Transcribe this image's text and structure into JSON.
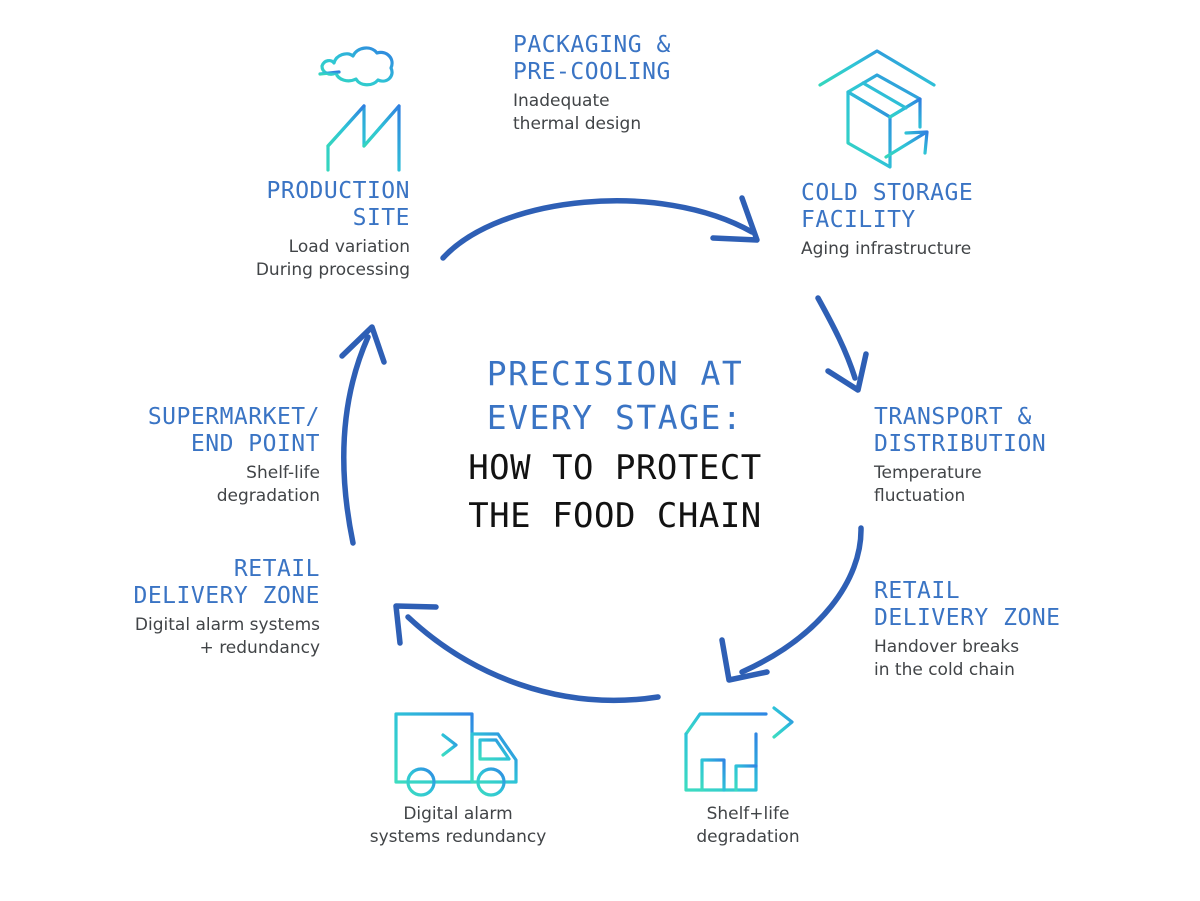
{
  "center": {
    "title_blue": "PRECISION AT\nEVERY STAGE:",
    "title_black": "HOW TO PROTECT\nTHE FOOD CHAIN"
  },
  "colors": {
    "heading_blue": "#3a74c4",
    "body_gray": "#414447",
    "arrow_blue": "#2e5fb5",
    "icon_teal": "#3fd9c2",
    "icon_blue": "#2e86e0",
    "title_black": "#121212",
    "background": "#ffffff"
  },
  "stages": [
    {
      "id": "production-site",
      "title": "PRODUCTION\nSITE",
      "subtitle": "Load variation\nDuring processing",
      "align": "right",
      "icon": "factory-icon"
    },
    {
      "id": "packaging-pre-cooling",
      "title": "PACKAGING &\nPRE-COOLING",
      "subtitle": "Inadequate\nthermal design",
      "align": "left",
      "icon": null
    },
    {
      "id": "cold-storage-facility",
      "title": "COLD STORAGE\nFACILITY",
      "subtitle": "Aging infrastructure",
      "align": "left",
      "icon": "warehouse-box-icon"
    },
    {
      "id": "transport-distribution",
      "title": "TRANSPORT &\nDISTRIBUTION",
      "subtitle": "Temperature\nfluctuation",
      "align": "left",
      "icon": null
    },
    {
      "id": "retail-delivery-zone-right",
      "title": "RETAIL\nDELIVERY ZONE",
      "subtitle": "Handover breaks\nin the cold chain",
      "align": "left",
      "icon": null
    },
    {
      "id": "retail-delivery-zone-left",
      "title": "RETAIL\nDELIVERY ZONE",
      "subtitle": "Digital alarm systems\n+ redundancy",
      "align": "right",
      "icon": null
    },
    {
      "id": "supermarket-end-point",
      "title": "SUPERMARKET/\nEND POINT",
      "subtitle": "Shelf-life\ndegradation",
      "align": "right",
      "icon": null
    }
  ],
  "bottom_icons": [
    {
      "id": "delivery-truck",
      "icon": "delivery-truck-icon",
      "caption": "Digital alarm\nsystems redundancy"
    },
    {
      "id": "store-outflow",
      "icon": "store-arrow-icon",
      "caption": "Shelf+life\ndegradation"
    }
  ],
  "arrows": [
    {
      "id": "arrow-production-to-cold-storage",
      "direction": "right"
    },
    {
      "id": "arrow-cold-storage-to-transport",
      "direction": "down"
    },
    {
      "id": "arrow-transport-to-retail",
      "direction": "down-left"
    },
    {
      "id": "arrow-retail-to-supermarket",
      "direction": "up-left"
    },
    {
      "id": "arrow-supermarket-to-production",
      "direction": "up"
    }
  ]
}
